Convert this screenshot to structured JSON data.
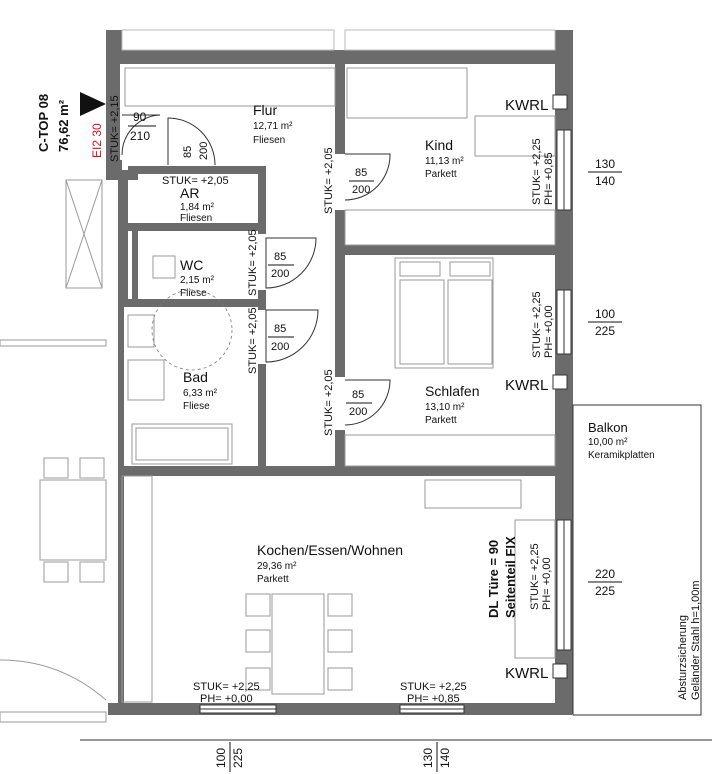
{
  "unit": {
    "id": "C-TOP 08",
    "area": "76,62 m²"
  },
  "entrance": {
    "ei_label": "EI2 30",
    "stuk": "STUK= +2,15",
    "door_w": "90",
    "door_h": "210"
  },
  "rooms": [
    {
      "key": "flur",
      "name": "Flur",
      "area": "12,71 m²",
      "floor": "Fliesen"
    },
    {
      "key": "kind",
      "name": "Kind",
      "area": "11,13 m²",
      "floor": "Parkett"
    },
    {
      "key": "ar",
      "name": "AR",
      "area": "1,84 m²",
      "floor": "Fliesen"
    },
    {
      "key": "wc",
      "name": "WC",
      "area": "2,15 m²",
      "floor": "Fliese"
    },
    {
      "key": "bad",
      "name": "Bad",
      "area": "6,33 m²",
      "floor": "Fliese"
    },
    {
      "key": "schlafen",
      "name": "Schlafen",
      "area": "13,10 m²",
      "floor": "Parkett"
    },
    {
      "key": "balkon",
      "name": "Balkon",
      "area": "10,00 m²",
      "floor": "Keramikplatten"
    },
    {
      "key": "kochen",
      "name": "Kochen/Essen/Wohnen",
      "area": "29,36 m²",
      "floor": "Parkett"
    }
  ],
  "doors": {
    "flur_ar": {
      "w": "85",
      "h": "200"
    },
    "kind": {
      "w": "85",
      "h": "200"
    },
    "wc": {
      "w": "85",
      "h": "200"
    },
    "bad": {
      "w": "85",
      "h": "200"
    },
    "schlafen": {
      "w": "85",
      "h": "200"
    }
  },
  "stuk_labels": {
    "ar": "STUK= +2,05",
    "kind_door": "STUK= +2,05",
    "wc_door": "STUK= +2,05",
    "bad_door": "STUK= +2,05",
    "schlafen_door": "STUK= +2,05"
  },
  "windows": {
    "kind": {
      "stuk": "STUK= +2,25",
      "ph": "PH= +0,85",
      "w": "130",
      "h": "140"
    },
    "schlafen": {
      "stuk": "STUK= +2,25",
      "ph": "PH= +0,00",
      "w": "100",
      "h": "225"
    },
    "wohnen_right": {
      "stuk": "STUK= +2,25",
      "ph": "PH= +0,00",
      "w": "220",
      "h": "225",
      "door": "DL Türe = 90",
      "fix": "Seitenteil FIX"
    },
    "bottom_left": {
      "stuk": "STUK= +2,25",
      "ph": "PH= +0,00",
      "w": "100",
      "h": "225"
    },
    "bottom_right": {
      "stuk": "STUK= +2,25",
      "ph": "PH= +0,85",
      "w": "130",
      "h": "140"
    }
  },
  "kwrl_label": "KWRL",
  "railing": {
    "line1": "Absturzsicherung",
    "line2": "Geländer Stahl h=1,00m"
  }
}
